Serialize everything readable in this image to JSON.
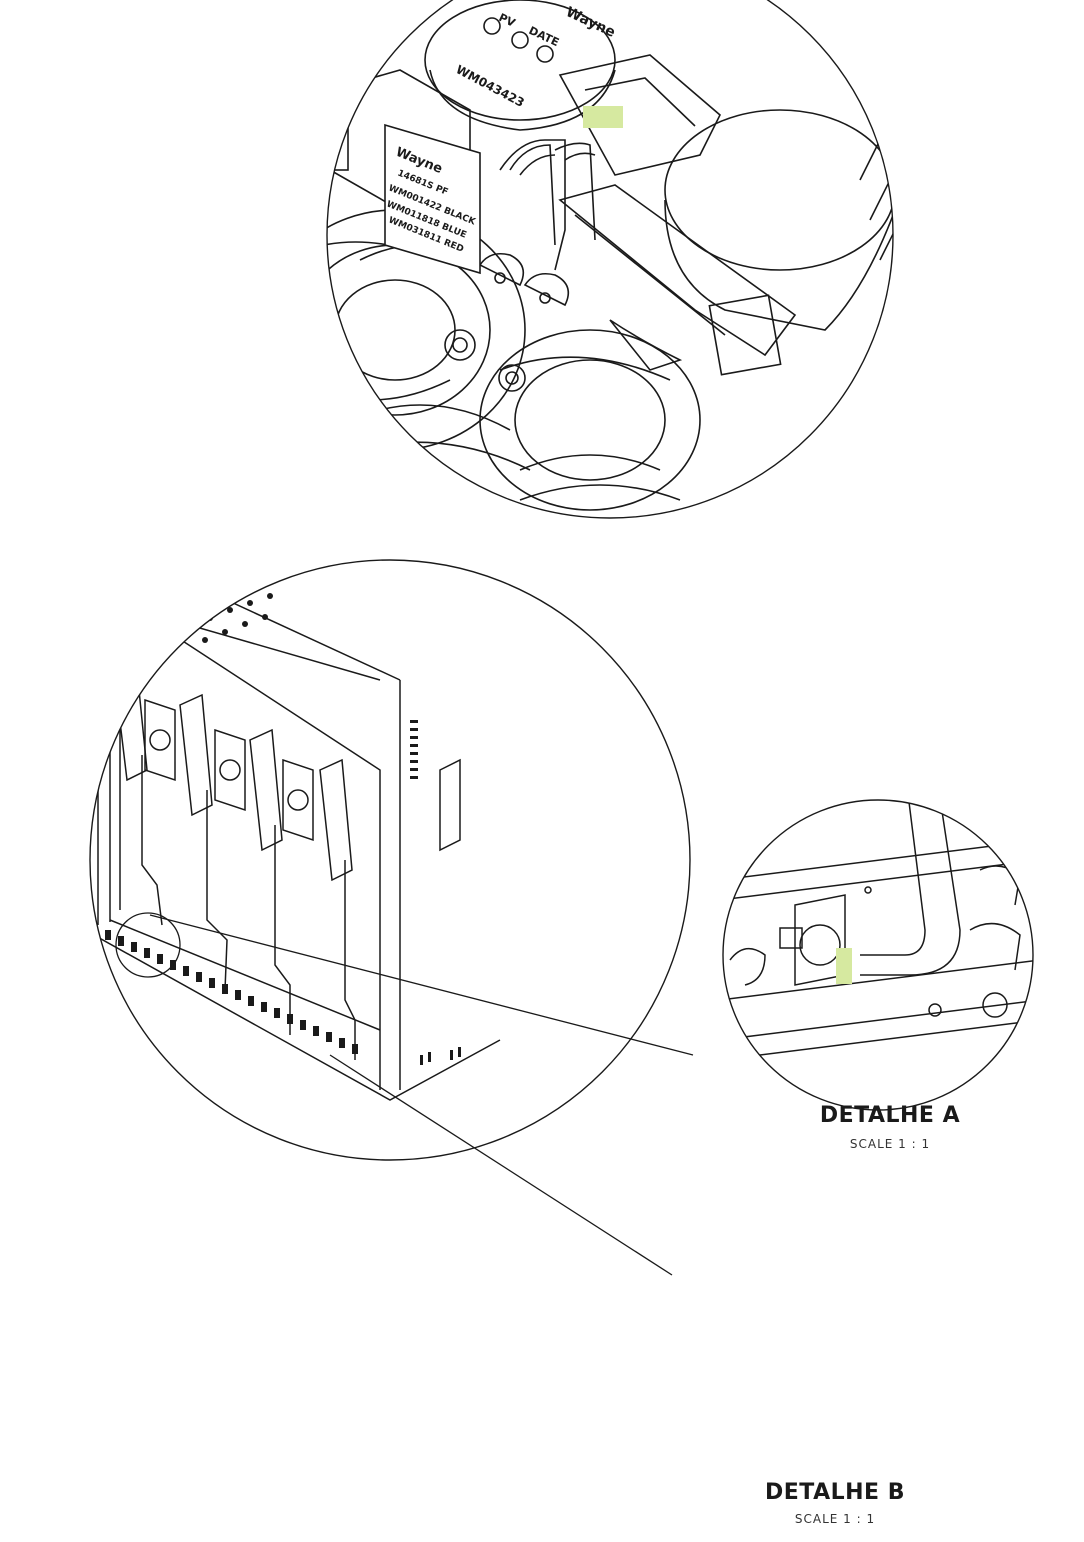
{
  "top_view": {
    "cap_text_1": "PV",
    "cap_text_2": "DATE",
    "cap_text_3": "Wayne",
    "cap_part_no": "WM043423",
    "label_lines": [
      "Wayne",
      "14681S PF",
      "WM001422 BLACK",
      "WM011818 BLUE",
      "WM031811 RED"
    ]
  },
  "details": [
    {
      "title": "DETALHE A",
      "scale": "SCALE 1 : 1"
    },
    {
      "title": "DETALHE B",
      "scale": "SCALE 1 : 1"
    }
  ],
  "colors": {
    "line": "#1a1a1a",
    "highlight": "#d6e9a0"
  }
}
